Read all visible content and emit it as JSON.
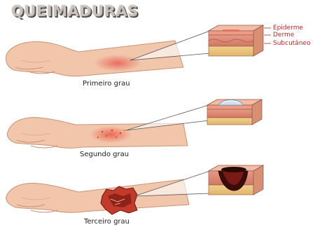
{
  "title": "QUEIMADURAS",
  "panels": [
    {
      "caption": "Primeiro grau"
    },
    {
      "caption": "Segundo grau"
    },
    {
      "caption": "Terceiro grau"
    }
  ],
  "skin_layers": [
    "Epiderme",
    "Derme",
    "Subcutâneo"
  ],
  "colors": {
    "skin": "#f1c6aa",
    "skin_outline": "#c99377",
    "redness": "#e9685e",
    "blister": "#cfe0f2",
    "char": "#6a1410",
    "label_red": "#b12a25"
  }
}
